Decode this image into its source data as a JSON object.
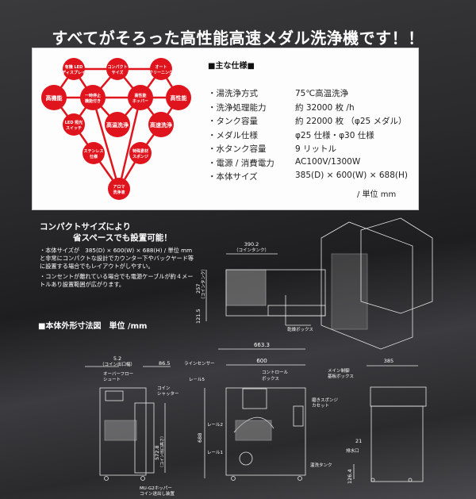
{
  "title": "すべてがそろった高性能高速メダル洗浄機です！！",
  "features": {
    "nodes": [
      {
        "l1": "有機 LED",
        "l2": "ディスプレイ"
      },
      {
        "l1": "コンパクト",
        "l2": "サイズ"
      },
      {
        "l1": "オート",
        "l2": "クリーニング"
      },
      {
        "l1": "高機能",
        "l2": ""
      },
      {
        "l1": "一時停止",
        "l2": "機能付き"
      },
      {
        "l1": "高性能",
        "l2": "ホッパー"
      },
      {
        "l1": "高性能",
        "l2": ""
      },
      {
        "l1": "LED 照光",
        "l2": "スイッチ"
      },
      {
        "l1": "高温洗浄",
        "l2": ""
      },
      {
        "l1": "高速洗浄",
        "l2": ""
      },
      {
        "l1": "ステンレス",
        "l2": "仕様"
      },
      {
        "l1": "特殊素材",
        "l2": "スポンジ"
      },
      {
        "l1": "アロマ",
        "l2": "洗浄液"
      }
    ],
    "color": "#e0141c"
  },
  "specs": {
    "title": "■主な仕様■",
    "rows": [
      {
        "k": "・湯洗浄方式",
        "v": "75℃高温洗浄"
      },
      {
        "k": "・洗浄処理能力",
        "v": "約 32000 枚 /h"
      },
      {
        "k": "・タンク容量",
        "v": "約 22000 枚 （φ25 メダル）"
      },
      {
        "k": "・メダル仕様",
        "v": "φ25 仕様・φ30 仕様"
      },
      {
        "k": "・水タンク容量",
        "v": "9 リットル"
      },
      {
        "k": "・電源 / 消費電力",
        "v": "AC100V/1300W"
      },
      {
        "k": "・本体サイズ",
        "v": "385(D) × 600(W) × 688(H)"
      }
    ],
    "unit": "/ 単位 mm"
  },
  "compact": {
    "heading1": "コンパクトサイズにより",
    "heading2": "省スペースでも設置可能！",
    "bullets": [
      "・本体サイズが　385(D) × 600(W) × 688(H) / 単位 mm と非常にコンパクトな設計でカウンター下やバックヤード等に設置する場合でもレイアウトがしやすい。",
      "・コンセントが離れている場合でも電源ケーブルが約４メートルあり設置範囲が広がります。"
    ]
  },
  "drawings": {
    "section_title": "■本体外形寸法図　単位 /mm",
    "top": {
      "w": "390.2",
      "w_note": "（コインタンク）",
      "h1": "257",
      "h1_note": "（コインタンク）",
      "h2": "121.5",
      "box": "乾燥ボックス"
    },
    "side": {
      "d1": "5.2",
      "d1_note": "（コイン出口幅）",
      "d2": "86.5",
      "overflow1": "オーバーフロー",
      "overflow2": "シュート",
      "shutter1": "コイン",
      "shutter2": "シャッター",
      "h": "572.8",
      "h_note": "（コイン出口高さ）",
      "hopper1": "MU-G2ホッパー",
      "hopper2": "コイン送出し装置"
    },
    "front": {
      "w1": "663.3",
      "w2": "600",
      "sensor": "ラインセンサー",
      "rail5": "レ－ル5",
      "control1": "コントロール",
      "control2": "ボックス",
      "rail2": "レール2",
      "rail1": "レール1",
      "h": "688",
      "sponge1": "磨きスポンジ",
      "sponge2": "カセット",
      "tank": "温洗タンク"
    },
    "right": {
      "w": "385",
      "main1": "メイン制御",
      "main2": "基板ボックス",
      "d": "21",
      "drain": "排水口",
      "h": "126.4"
    }
  }
}
